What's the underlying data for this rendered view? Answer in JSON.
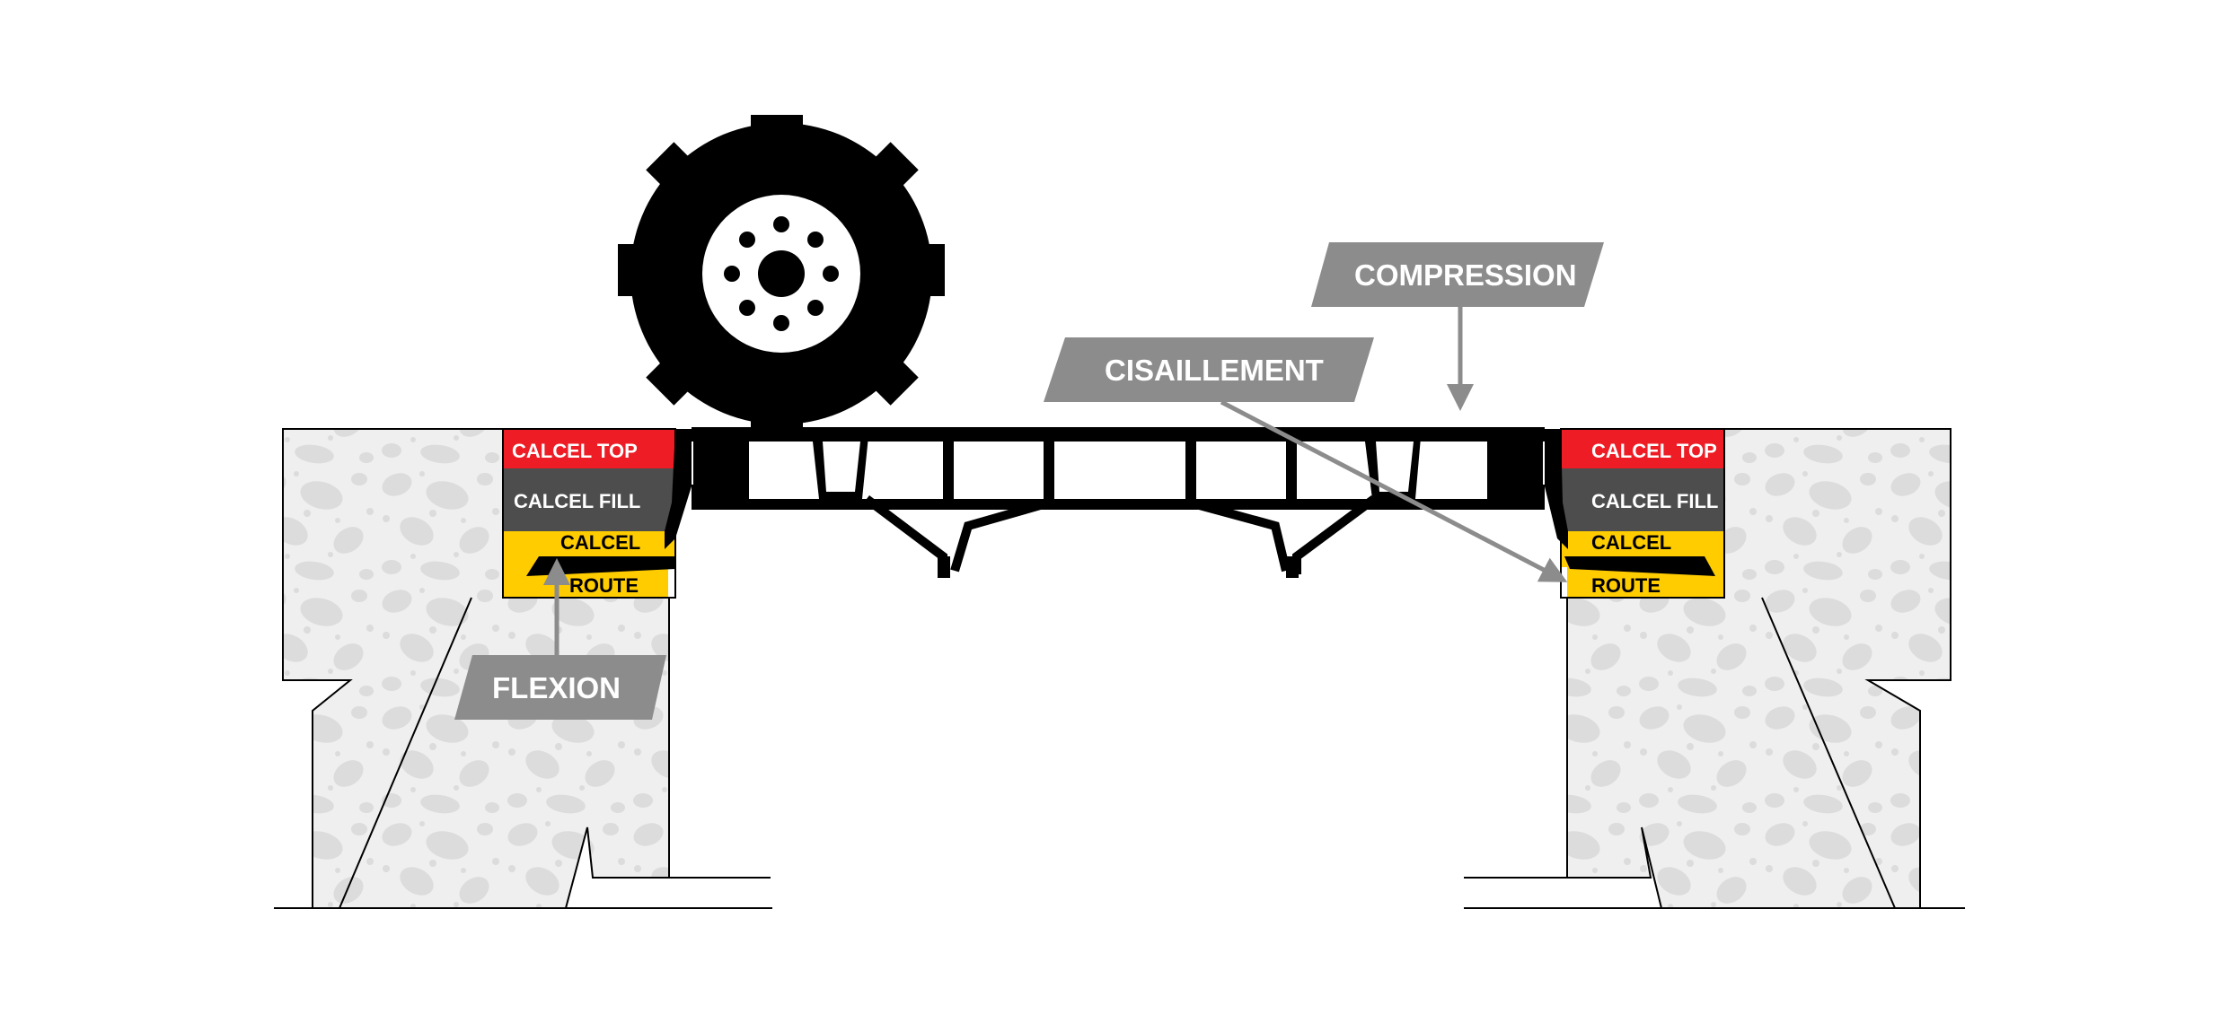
{
  "layers": {
    "top": "CALCEL TOP",
    "fill": "CALCEL FILL",
    "calcel": "CALCEL",
    "route": "ROUTE"
  },
  "callouts": {
    "compression": "COMPRESSION",
    "shear": "CISAILLEMENT",
    "bending": "FLEXION"
  },
  "colors": {
    "calcel_top": "#ee1c25",
    "calcel_fill": "#4d4d4d",
    "calcel_route": "#ffcc00",
    "callout": "#8c8c8c",
    "concrete": "#efefef",
    "concrete_speckle": "#dcdcdc",
    "structure": "#000000"
  }
}
